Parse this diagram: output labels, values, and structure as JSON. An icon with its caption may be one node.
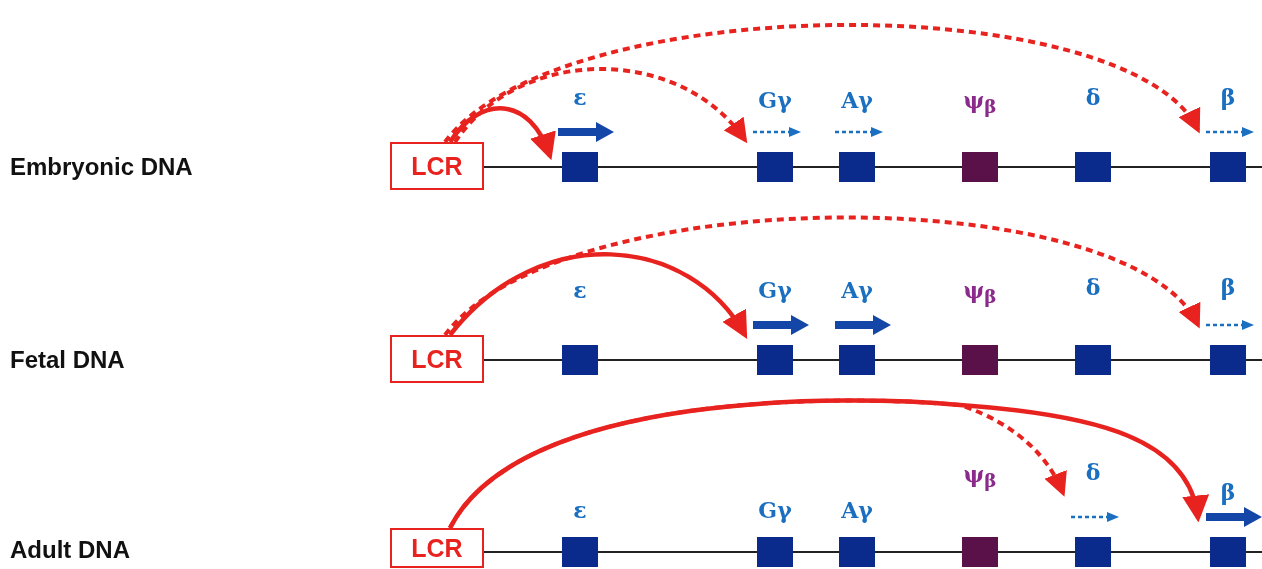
{
  "diagram": {
    "nodes": [
      {
        "text": [
          "LCR"
        ]
      },
      {
        "text": [
          "ε"
        ]
      },
      {
        "text": [
          "Gγ"
        ]
      },
      {
        "text": [
          "Aγ"
        ]
      },
      {
        "text": [
          "ψ$_{β}$"
        ]
      },
      {
        "text": [
          "δ"
        ]
      },
      {
        "text": [
          "β"
        ]
      },
      {
        "text": [
          "LCR"
        ]
      },
      {
        "text": [
          "ε"
        ]
      },
      {
        "text": [
          "Gγ"
        ]
      },
      {
        "text": [
          "Aγ"
        ]
      },
      {
        "text": [
          "ψ$_{β}$"
        ]
      },
      {
        "text": [
          "δ"
        ]
      },
      {
        "text": [
          "β"
        ]
      },
      {
        "text": [
          "LCR"
        ]
      },
      {
        "text": [
          "ε"
        ]
      },
      {
        "text": [
          "Gγ"
        ]
      },
      {
        "text": [
          "Aγ"
        ]
      },
      {
        "text": [
          "ψ$_{β}$"
        ]
      },
      {
        "text": [
          "δ"
        ]
      },
      {
        "text": [
          "β"
        ]
      }
    ],
    "edges": [
      {
        "from": 0,
        "to": 1,
        "arrow": "to"
      },
      {
        "from": 0,
        "to": 2,
        "arrow": "to",
        "style": "dashed"
      },
      {
        "from": 0,
        "to": 6,
        "arrow": "to",
        "style": "dashed"
      },
      {
        "from": 7,
        "to": 9,
        "arrow": "to"
      },
      {
        "from": 7,
        "to": 13,
        "arrow": "to",
        "style": "dashed"
      },
      {
        "from": 14,
        "to": 19,
        "arrow": "to",
        "style": "dashed"
      },
      {
        "from": 14,
        "to": 20,
        "arrow": "to"
      }
    ],
    "labels": [
      "Embryonic DNA",
      "Fetal DNA",
      "Adult DNA"
    ]
  }
}
